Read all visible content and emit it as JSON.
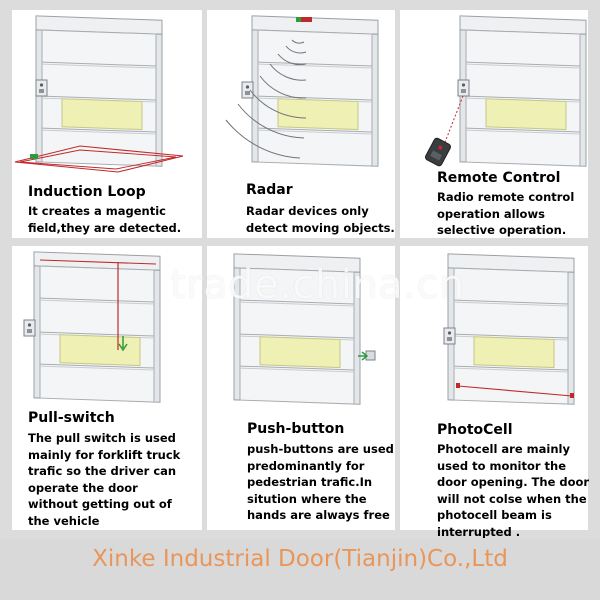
{
  "cells": [
    {
      "title": "Induction Loop",
      "text": "It creates a magentic\nfield,they are detected."
    },
    {
      "title": "Radar",
      "text": "Radar devices only\ndetect moving objects."
    },
    {
      "title": "Remote Control",
      "text": "Radio remote control\noperation allows\nselective operation."
    },
    {
      "title": "Pull-switch",
      "text": "The pull switch is used\nmainly for forklift truck\ntrafic so the driver can\noperate the door\nwithout getting out of\nthe vehicle"
    },
    {
      "title": "Push-button",
      "text": "push-buttons are used\npredominantly for\npedestrian trafic.In\nsitution where the\nhands are always free"
    },
    {
      "title": "PhotoCell",
      "text": "Photocell are mainly\nused to monitor the\ndoor opening. The door\nwill not colse when the\nphotocell beam is\ninterrupted ."
    }
  ],
  "watermark": "trade.china.cn",
  "footer": {
    "company": "Xinke Industrial Door(Tianjin)Co.,Ltd"
  },
  "colors": {
    "footer_text": "#e8965a",
    "window_strip": "#eef0b4",
    "accent_red": "#c0292b",
    "accent_green": "#2f9a3c"
  }
}
